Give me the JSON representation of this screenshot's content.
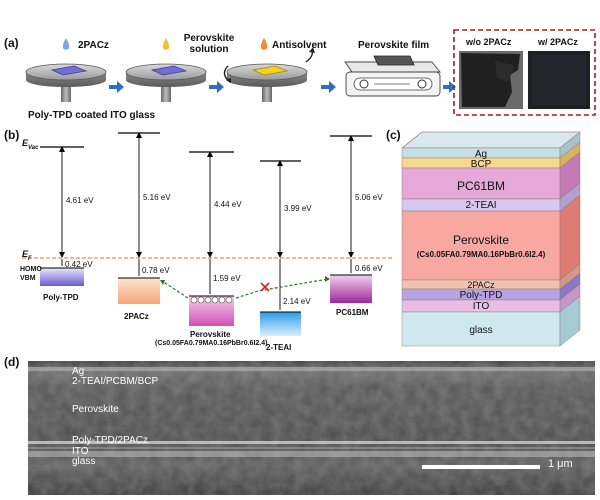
{
  "panel_a": {
    "label": "(a)",
    "steps": [
      "2PACz",
      "Perovskite solution",
      "Antisolvent",
      "Perovskite film"
    ],
    "substrate": "Poly-TPD coated ITO glass",
    "photo_without": "w/o 2PACz",
    "photo_with": "w/ 2PACz",
    "colors": {
      "drop_2pacz": "#7ea6e0",
      "drop_solution": "#f2c230",
      "drop_antisolvent": "#f08a30",
      "arrow": "#2e6fc4",
      "dash_box": "#a0202a"
    }
  },
  "panel_b": {
    "label": "(b)",
    "evac": "E",
    "evac_sub": "Vac",
    "ef": "E",
    "ef_sub": "F",
    "homo_vbm": [
      "HOMO",
      "VBM"
    ],
    "layers": [
      {
        "name": "Poly-TPD",
        "top_gap": "4.61 eV",
        "bottom_gap": "0.42 eV"
      },
      {
        "name": "2PACz",
        "top_gap": "5.16 eV",
        "bottom_gap": "0.78 eV"
      },
      {
        "name": "Perovskite",
        "top_gap": "4.44 eV",
        "bottom_gap": "1.59 eV"
      },
      {
        "name": "2-TEAI",
        "top_gap": "3.99 eV",
        "bottom_gap": "2.14 eV"
      },
      {
        "name": "PC61BM",
        "top_gap": "5.06 eV",
        "bottom_gap": "0.66 eV"
      }
    ],
    "perov_formula": "(Cs0.05FA0.79MA0.16PbBr0.6I2.4)",
    "colors": {
      "ef_line": "#c8783c",
      "arrow_green": "#2a7a2a",
      "cross": "#d02020"
    }
  },
  "panel_c": {
    "label": "(c)",
    "layers": [
      "Ag",
      "BCP",
      "PC61BM",
      "2-TEAI",
      "Perovskite",
      "2PACz",
      "Poly-TPD",
      "ITO",
      "glass"
    ],
    "perov_formula": "(Cs0.05FA0.79MA0.16PbBr0.6I2.4)"
  },
  "panel_d": {
    "label": "(d)",
    "labels": [
      "Ag",
      "2-TEAI/PCBM/BCP",
      "Perovskite",
      "Poly-TPD/2PACz",
      "ITO",
      "glass"
    ],
    "scale": "1 μm"
  }
}
